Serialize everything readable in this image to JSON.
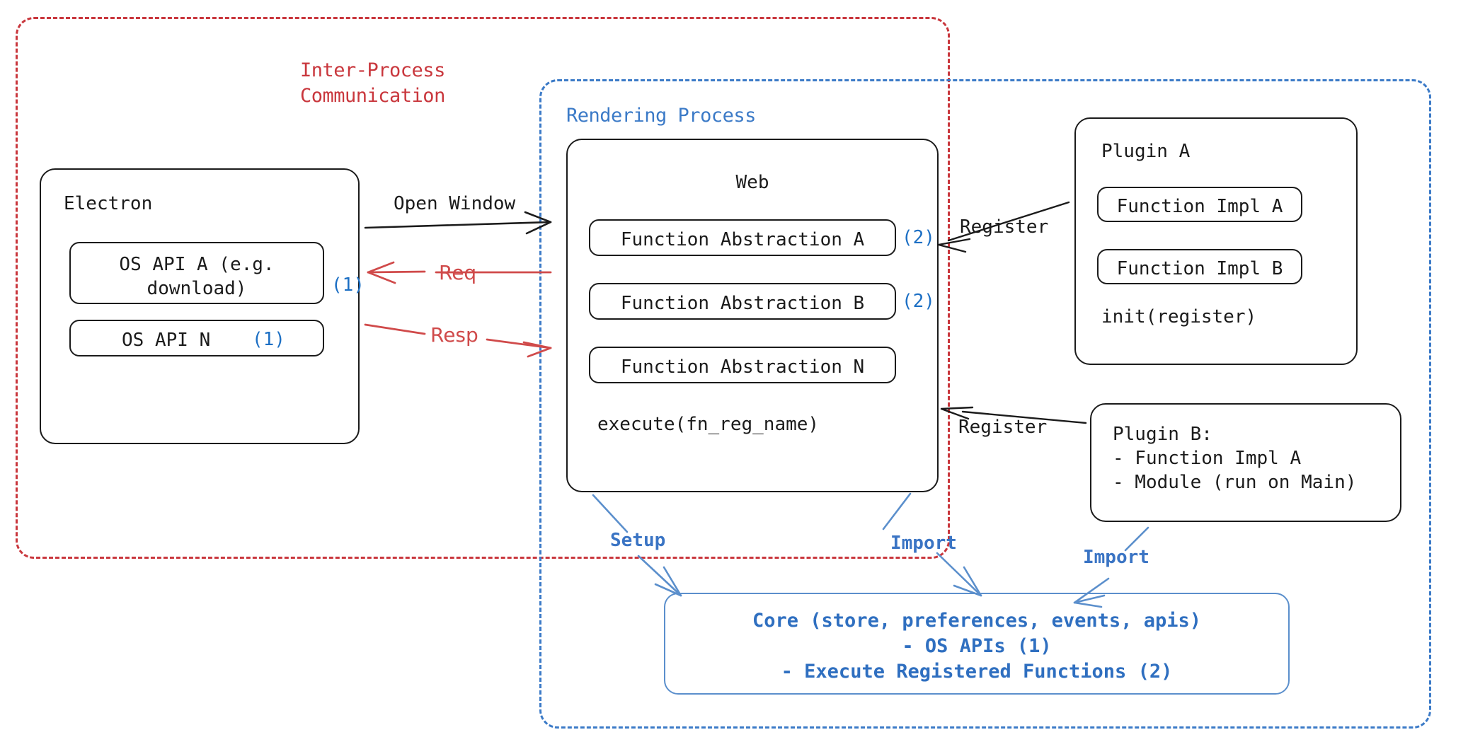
{
  "regions": {
    "ipc": {
      "label": "Inter-Process\nCommunication",
      "color": "#c9373d"
    },
    "rendering": {
      "label": "Rendering Process",
      "color": "#3b7ac7"
    }
  },
  "electron": {
    "title": "Electron",
    "apis": [
      {
        "label": "OS API A (e.g.\ndownload)",
        "marker": "(1)"
      },
      {
        "label": "OS API N",
        "marker": "(1)"
      }
    ]
  },
  "web": {
    "title": "Web",
    "abstractions": [
      {
        "label": "Function Abstraction A",
        "marker": "(2)"
      },
      {
        "label": "Function Abstraction B",
        "marker": "(2)"
      },
      {
        "label": "Function Abstraction N",
        "marker": ""
      }
    ],
    "footer": "execute(fn_reg_name)"
  },
  "plugin_a": {
    "title": "Plugin A",
    "impls": [
      "Function Impl A",
      "Function Impl B"
    ],
    "footer": "init(register)"
  },
  "plugin_b": {
    "lines": "Plugin B:\n- Function Impl A\n- Module (run on Main)"
  },
  "core": {
    "line1": "Core (store, preferences, events, apis)",
    "line2": "- OS APIs (1)",
    "line3": "- Execute Registered Functions (2)"
  },
  "edges": {
    "open_window": "Open Window",
    "req": "Req",
    "resp": "Resp",
    "register_a": "Register",
    "register_b": "Register",
    "setup": "Setup",
    "import_web": "Import",
    "import_plugin_b": "Import"
  },
  "colors": {
    "ipc_red": "#c9373d",
    "render_blue": "#3b7ac7",
    "marker_blue": "#1c6fc4",
    "arrow_red": "#d04a4a",
    "arrow_blue": "#5b8fcc",
    "ink": "#1b1b1b"
  }
}
